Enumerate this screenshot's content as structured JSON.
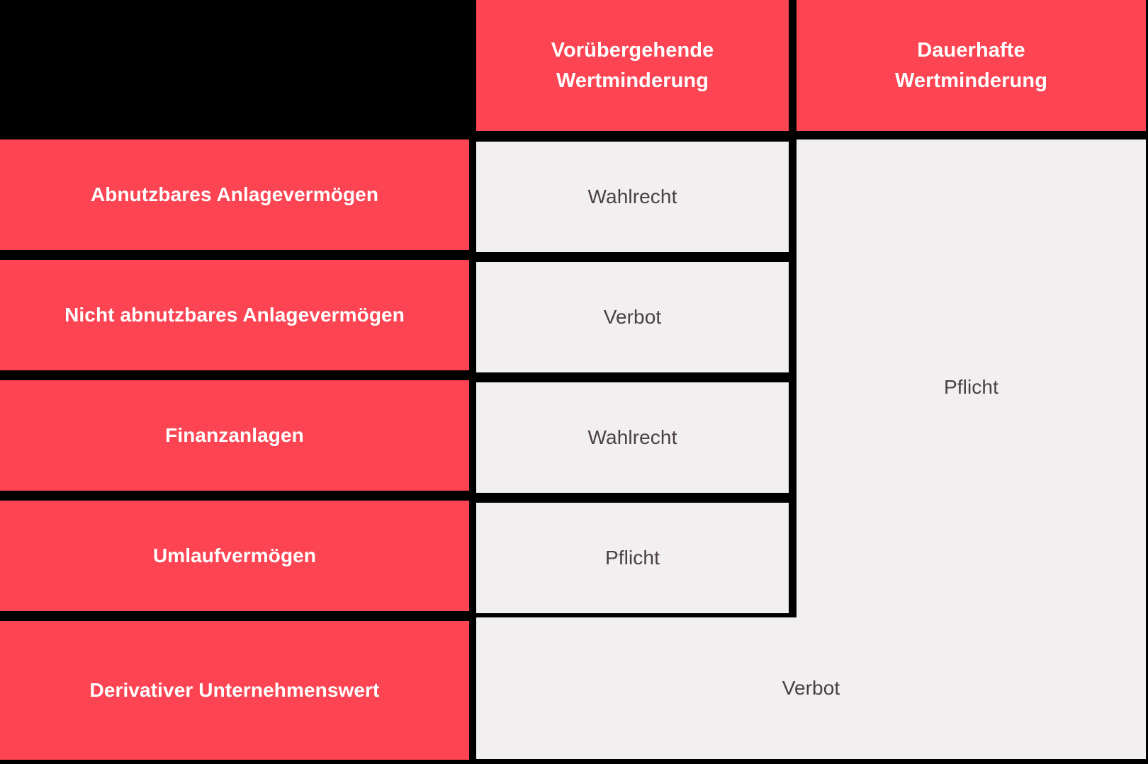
{
  "table": {
    "corner_label": "",
    "column_headers": [
      "Vorübergehende\nWertminderung",
      "Dauerhafte\nWertminderung"
    ],
    "row_headers": [
      "Abnutzbares Anlagevermögen",
      "Nicht abnutzbares Anlagevermögen",
      "Finanzanlagen",
      "Umlaufvermögen",
      "Derivativer Unternehmenswert"
    ],
    "temporary_values": [
      "Wahlrecht",
      "Verbot",
      "Wahlrecht",
      "Pflicht"
    ],
    "permanent_merged_value": "Pflicht",
    "bottom_merged_value": "Verbot"
  },
  "colors": {
    "accent_red": "#fc4452",
    "cell_gray": "#f1eff0",
    "grid_black": "#000000",
    "header_text": "#ffffff",
    "value_text": "#4a3f42"
  }
}
